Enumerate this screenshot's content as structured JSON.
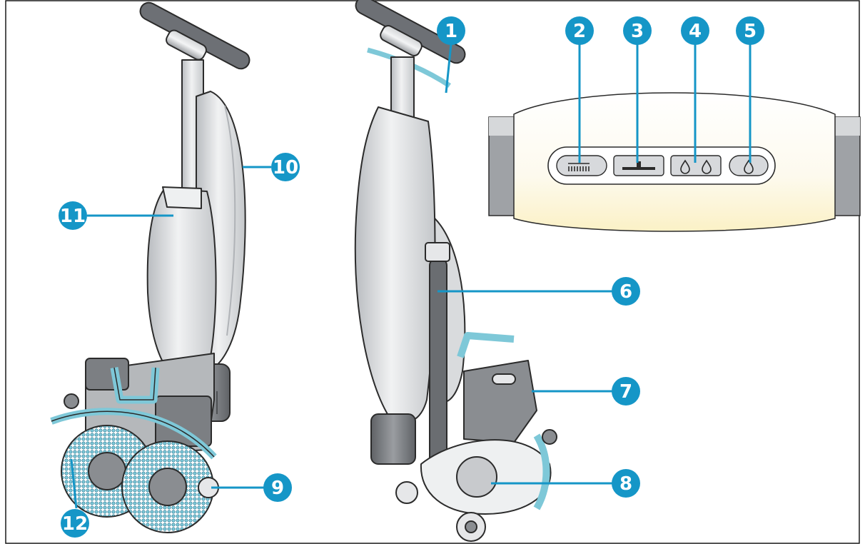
{
  "colors": {
    "accent": "#1596c7",
    "accent_light": "#7ec8d8",
    "outline": "#2b2b2b",
    "body_light": "#e6e7e9",
    "body_mid": "#c8cacd",
    "body_dark": "#8a8d91",
    "panel_cream": "#fdf7de"
  },
  "callouts": [
    {
      "number": "1"
    },
    {
      "number": "2"
    },
    {
      "number": "3"
    },
    {
      "number": "4"
    },
    {
      "number": "5"
    },
    {
      "number": "6"
    },
    {
      "number": "7"
    },
    {
      "number": "8"
    },
    {
      "number": "9"
    },
    {
      "number": "10"
    },
    {
      "number": "11"
    },
    {
      "number": "12"
    }
  ],
  "control_panel": {
    "buttons": [
      {
        "icon": "brush-icon"
      },
      {
        "icon": "squeegee-icon"
      },
      {
        "icon": "double-water-drop-icon"
      },
      {
        "icon": "single-water-drop-icon"
      }
    ]
  }
}
